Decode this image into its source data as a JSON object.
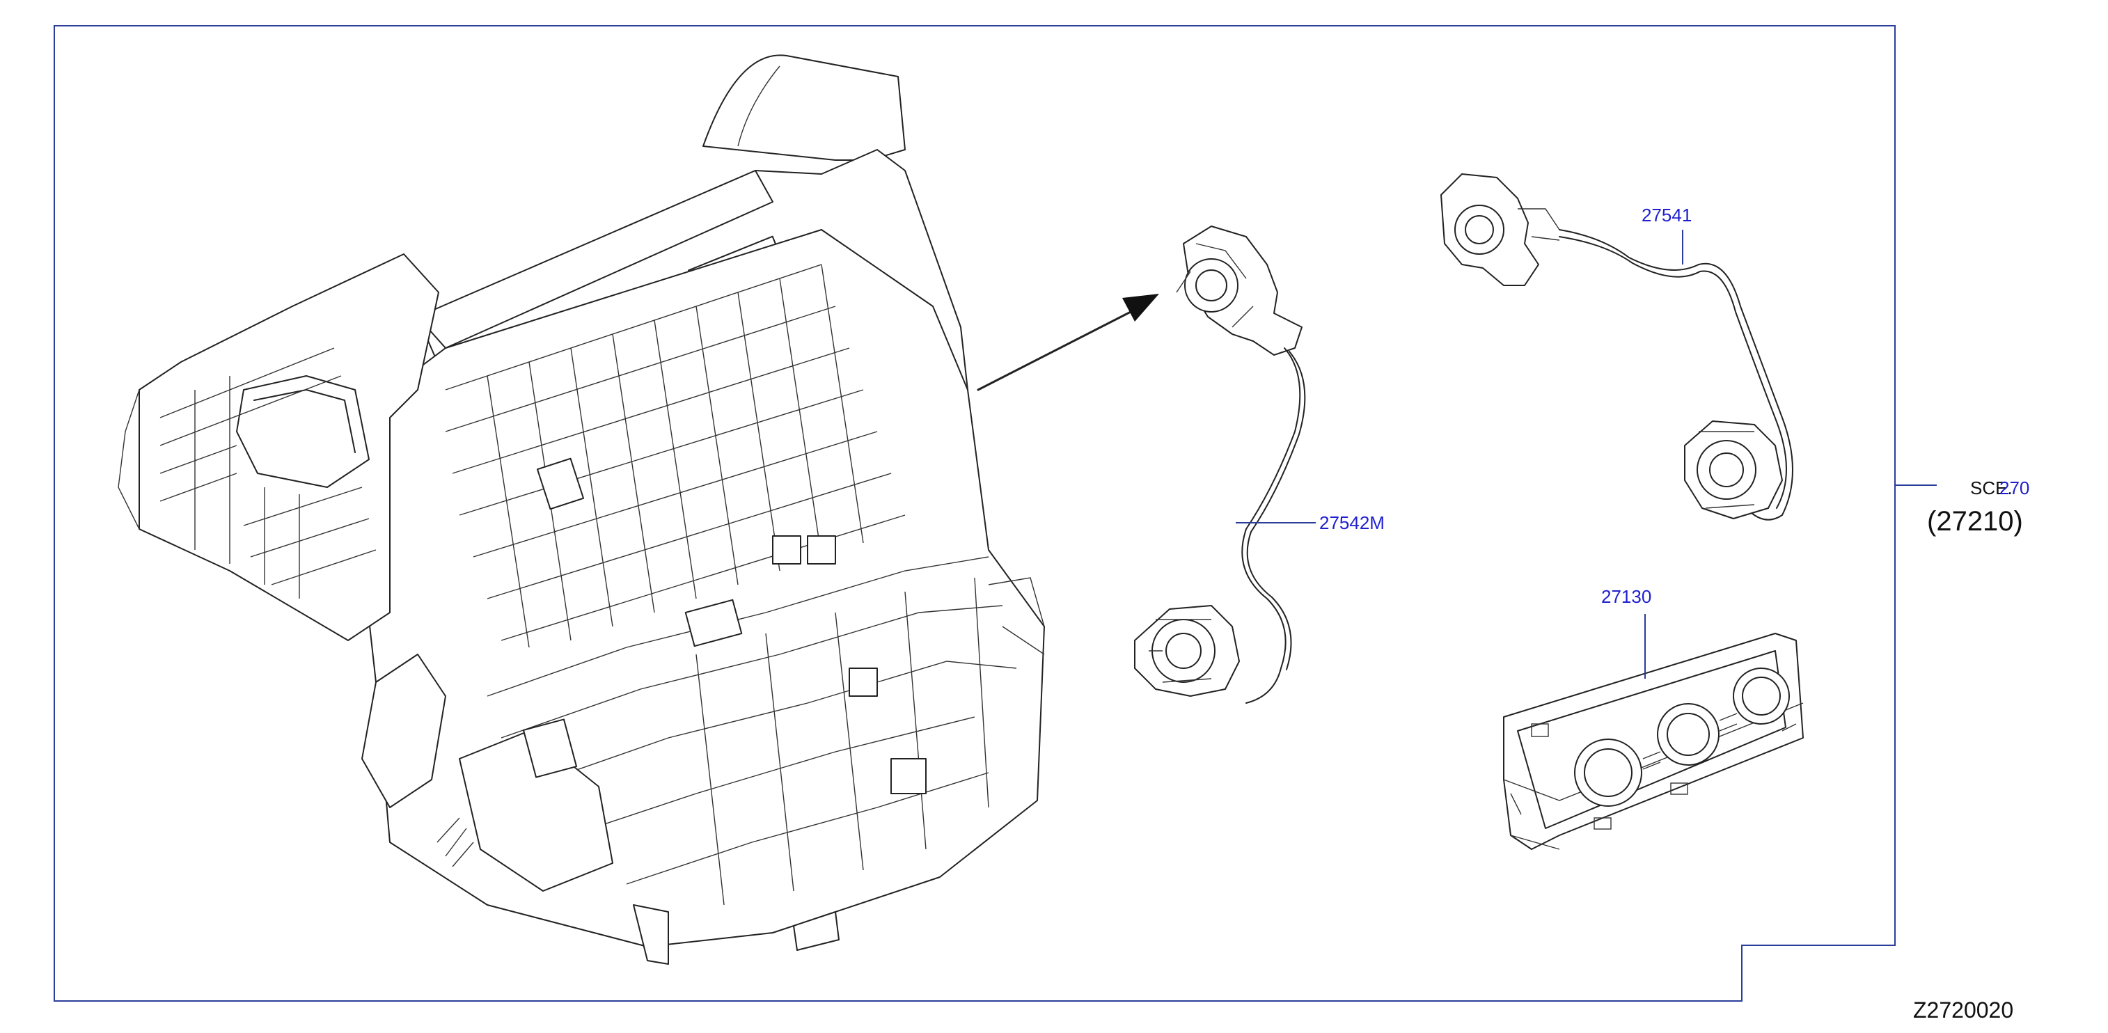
{
  "diagram": {
    "diagram_id": "Z2720020",
    "section": {
      "label": "SCE.",
      "number": "270",
      "code": "(27210)"
    },
    "callouts": [
      {
        "id": "27541",
        "text": "27541",
        "part": "harness-upper"
      },
      {
        "id": "27542M",
        "text": "27542M",
        "part": "harness-lower"
      },
      {
        "id": "27130",
        "text": "27130",
        "part": "control-panel"
      }
    ]
  }
}
